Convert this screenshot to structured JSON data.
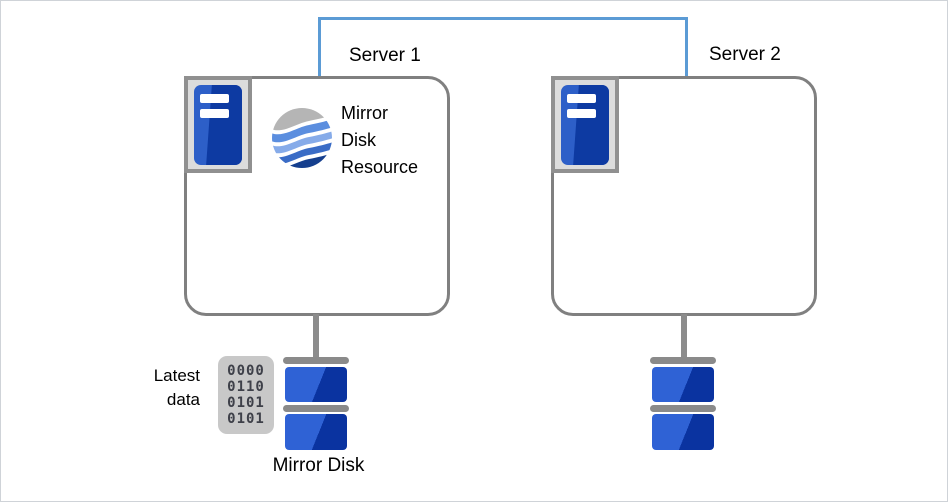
{
  "diagram": {
    "type": "cluster-mirror-disk-diagram",
    "server1": {
      "label": "Server 1"
    },
    "server2": {
      "label": "Server 2"
    },
    "mirror_disk_resource": {
      "lines": [
        "Mirror",
        "Disk",
        "Resource"
      ],
      "icon": "wave-sphere-icon"
    },
    "latest_data": {
      "lines": [
        "Latest",
        "data"
      ],
      "binary_rows": [
        "0000",
        "0110",
        "0101",
        "0101"
      ],
      "icon": "binary-data-block"
    },
    "mirror_disk": {
      "label": "Mirror Disk"
    },
    "icons": {
      "server": "server-tower-icon",
      "disk": "disk-stack-icon"
    },
    "colors": {
      "interconnect_blue": "#5b9bd5",
      "box_border_gray": "#808080",
      "icon_frame_gray": "#909090",
      "icon_frame_fill": "#dcdcdc",
      "tower_blue_light": "#2d5fc8",
      "tower_blue_dark": "#0d3aa2",
      "disk_blue_light": "#2f62d5",
      "disk_blue_dark": "#0a33a0",
      "disk_bar_gray": "#8a8a8a",
      "binary_block_gray": "#c8c8c8",
      "sphere_gray": "#b5b5b5",
      "sphere_blue_mid": "#5b8edf",
      "sphere_blue_light": "#86abe9",
      "sphere_blue_deep": "#3a6cc6",
      "sphere_navy": "#153f8e"
    }
  }
}
